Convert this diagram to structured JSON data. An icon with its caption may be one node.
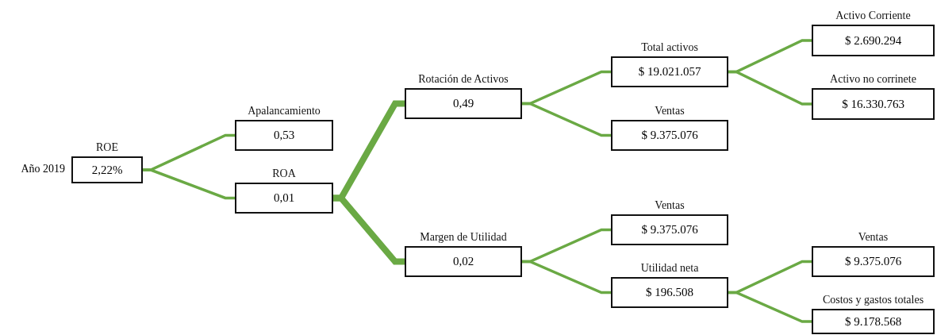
{
  "diagram": {
    "nodes": [
      {
        "text": [
          "ROE",
          "2,22%"
        ],
        "beside": [
          "Año 2019"
        ]
      },
      {
        "text": [
          "Apalancamiento",
          "0,53"
        ]
      },
      {
        "text": [
          "ROA",
          "0,01"
        ]
      },
      {
        "text": [
          "Rotación de Activos",
          "0,49"
        ]
      },
      {
        "text": [
          "Margen de Utilidad",
          "0,02"
        ]
      },
      {
        "text": [
          "Total activos",
          "$ 19.021.057"
        ]
      },
      {
        "text": [
          "Ventas",
          "$ 9.375.076"
        ]
      },
      {
        "text": [
          "Ventas",
          "$ 9.375.076"
        ]
      },
      {
        "text": [
          "Utilidad neta",
          "$ 196.508"
        ]
      },
      {
        "text": [
          "Activo Corriente",
          "$ 2.690.294"
        ]
      },
      {
        "text": [
          "Activo no corrinete",
          "$ 16.330.763"
        ]
      },
      {
        "text": [
          "Ventas",
          "$ 9.375.076"
        ]
      },
      {
        "text": [
          "Costos y gastos totales",
          "$ 9.178.568"
        ]
      }
    ],
    "edges": [
      {
        "from": 0,
        "to": 1,
        "arrow": "none"
      },
      {
        "from": 0,
        "to": 2,
        "arrow": "none"
      },
      {
        "from": 2,
        "to": 3,
        "arrow": "none",
        "style": "thick"
      },
      {
        "from": 2,
        "to": 4,
        "arrow": "none",
        "style": "thick"
      },
      {
        "from": 3,
        "to": 5,
        "arrow": "none"
      },
      {
        "from": 3,
        "to": 6,
        "arrow": "none"
      },
      {
        "from": 4,
        "to": 7,
        "arrow": "none"
      },
      {
        "from": 4,
        "to": 8,
        "arrow": "none"
      },
      {
        "from": 5,
        "to": 9,
        "arrow": "none"
      },
      {
        "from": 5,
        "to": 10,
        "arrow": "none"
      },
      {
        "from": 8,
        "to": 11,
        "arrow": "none"
      },
      {
        "from": 8,
        "to": 12,
        "arrow": "none"
      }
    ]
  }
}
